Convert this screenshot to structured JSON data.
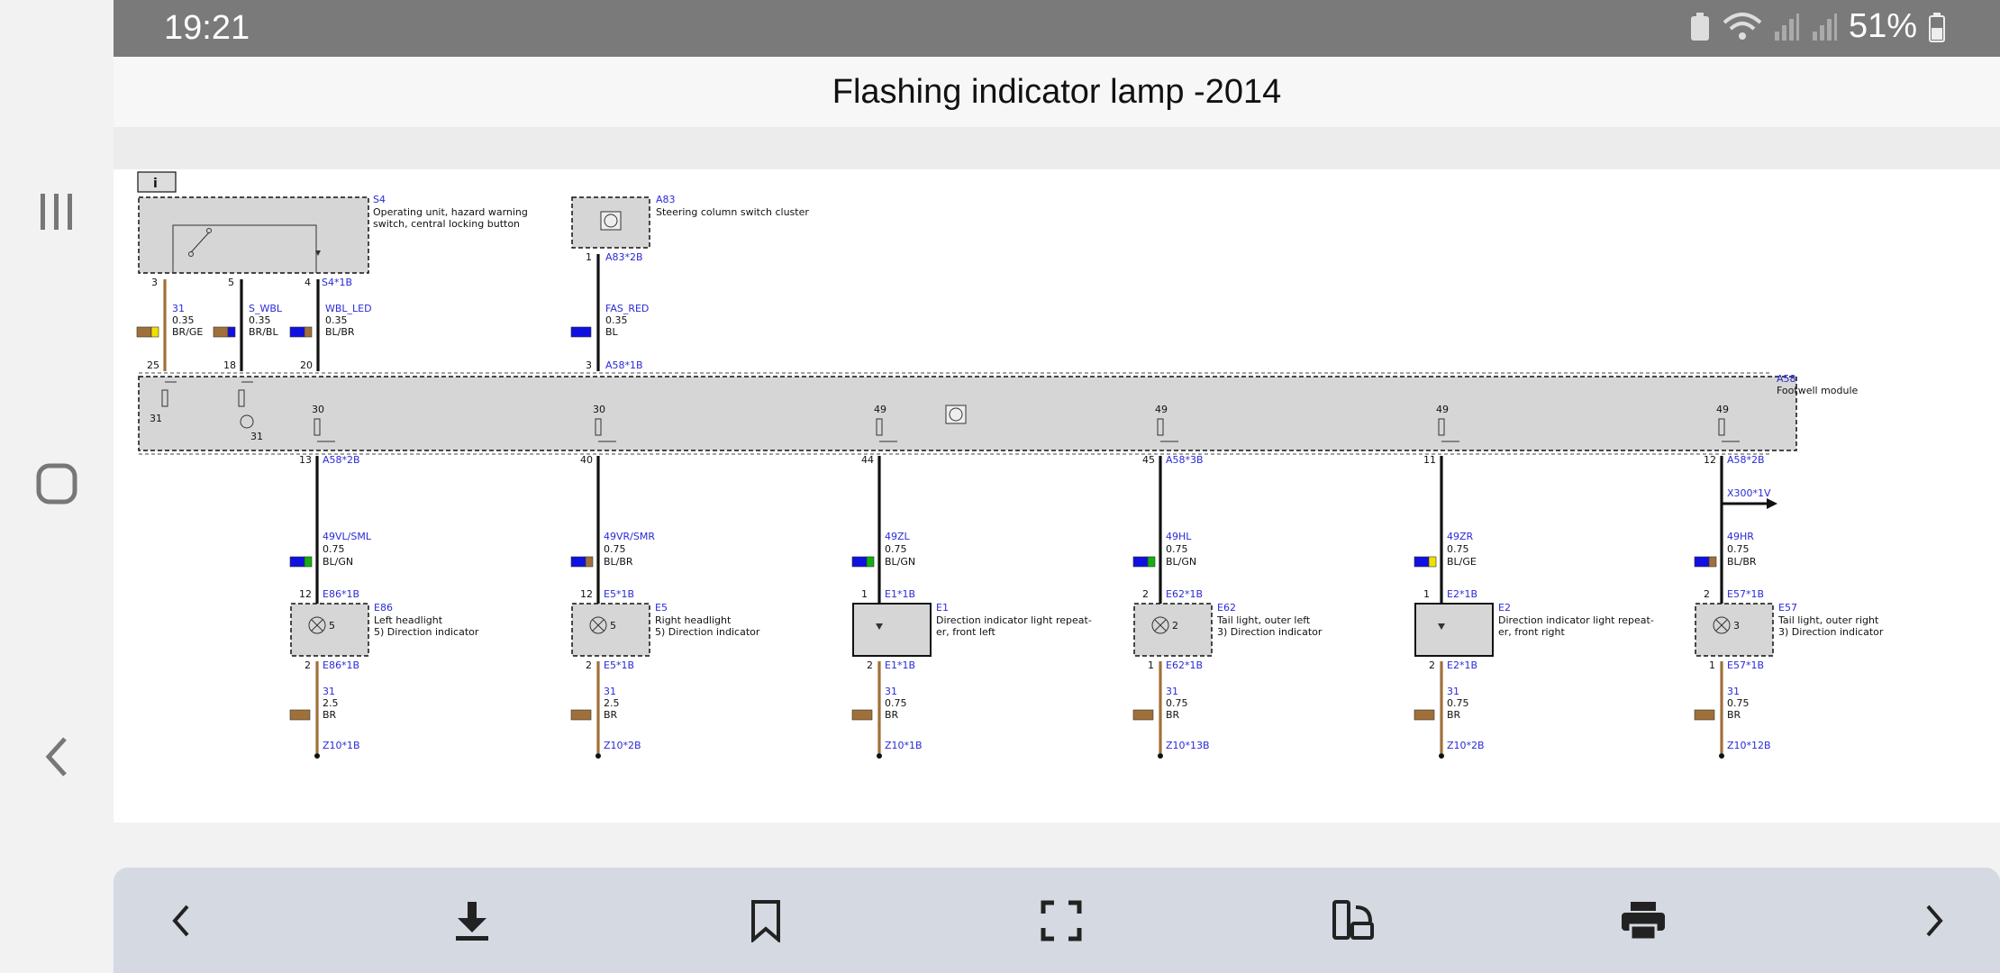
{
  "status": {
    "time": "19:21",
    "battery": "51%"
  },
  "title": "Flashing indicator lamp -2014",
  "info_label": "i",
  "diagram": {
    "s4": {
      "id": "S4",
      "desc1": "Operating unit, hazard warning",
      "desc2": "switch, central locking button",
      "conn": "S4*1B",
      "pins": [
        "3",
        "5",
        "4"
      ],
      "wires": [
        {
          "name": "31",
          "size": "0.35",
          "color": "BR/GE",
          "pin_a58": "25"
        },
        {
          "name": "S_WBL",
          "size": "0.35",
          "color": "BR/BL",
          "pin_a58": "18"
        },
        {
          "name": "WBL_LED",
          "size": "0.35",
          "color": "BL/BR",
          "pin_a58": "20"
        }
      ]
    },
    "a83": {
      "id": "A83",
      "desc": "Steering column switch cluster",
      "pin": "1",
      "conn": "A83*2B",
      "wire": {
        "name": "FAS_RED",
        "size": "0.35",
        "color": "BL"
      },
      "pin_a58": "3",
      "a58_conn": "A58*1B"
    },
    "a58": {
      "id": "A58",
      "desc": "Footwell module",
      "ground_label": "31"
    },
    "outputs": [
      {
        "internal": "30",
        "pin": "13",
        "conn": "A58*2B",
        "wire": "49VL/SML",
        "size": "0.75",
        "color": "BL/GN",
        "dpin": "12",
        "dconn": "E86*1B",
        "did": "E86",
        "d1": "Left headlight",
        "d2": "5)   Direction indicator",
        "dnum": "5",
        "gpin": "2",
        "gconn": "E86*1B",
        "gwire": "31",
        "gsize": "2.5",
        "gcolor": "BR",
        "ground": "Z10*1B"
      },
      {
        "internal": "30",
        "pin": "40",
        "conn": "",
        "wire": "49VR/SMR",
        "size": "0.75",
        "color": "BL/BR",
        "dpin": "12",
        "dconn": "E5*1B",
        "did": "E5",
        "d1": "Right headlight",
        "d2": "5)   Direction indicator",
        "dnum": "5",
        "gpin": "2",
        "gconn": "E5*1B",
        "gwire": "31",
        "gsize": "2.5",
        "gcolor": "BR",
        "ground": "Z10*2B"
      },
      {
        "internal": "49",
        "pin": "44",
        "conn": "",
        "wire": "49ZL",
        "size": "0.75",
        "color": "BL/GN",
        "dpin": "1",
        "dconn": "E1*1B",
        "did": "E1",
        "d1": "Direction indicator light repeat-",
        "d2": "er, front left",
        "dnum": "",
        "gpin": "2",
        "gconn": "E1*1B",
        "gwire": "31",
        "gsize": "0.75",
        "gcolor": "BR",
        "ground": "Z10*1B"
      },
      {
        "internal": "49",
        "pin": "45",
        "conn": "A58*3B",
        "wire": "49HL",
        "size": "0.75",
        "color": "BL/GN",
        "dpin": "2",
        "dconn": "E62*1B",
        "did": "E62",
        "d1": "Tail light, outer left",
        "d2": "3)   Direction indicator",
        "dnum": "2",
        "gpin": "1",
        "gconn": "E62*1B",
        "gwire": "31",
        "gsize": "0.75",
        "gcolor": "BR",
        "ground": "Z10*13B"
      },
      {
        "internal": "49",
        "pin": "11",
        "conn": "",
        "wire": "49ZR",
        "size": "0.75",
        "color": "BL/GE",
        "dpin": "1",
        "dconn": "E2*1B",
        "did": "E2",
        "d1": "Direction indicator light repeat-",
        "d2": "er, front right",
        "dnum": "",
        "gpin": "2",
        "gconn": "E2*1B",
        "gwire": "31",
        "gsize": "0.75",
        "gcolor": "BR",
        "ground": "Z10*2B"
      },
      {
        "internal": "49",
        "pin": "12",
        "conn": "A58*2B",
        "wire": "49HR",
        "size": "0.75",
        "color": "BL/BR",
        "dpin": "2",
        "dconn": "E57*1B",
        "did": "E57",
        "d1": "Tail light, outer right",
        "d2": "3)   Direction indicator",
        "dnum": "3",
        "gpin": "1",
        "gconn": "E57*1B",
        "gwire": "31",
        "gsize": "0.75",
        "gcolor": "BR",
        "ground": "Z10*12B"
      }
    ],
    "branch": "X300*1V"
  },
  "colors": {
    "brown": "#a0703a",
    "blue": "#1010e0",
    "green": "#10b010",
    "yellow": "#f0e000",
    "wire_label": "#2a2ad8",
    "box_fill": "#d6d6d6"
  },
  "toolbar": [
    "back-icon",
    "download-icon",
    "bookmark-icon",
    "fullscreen-icon",
    "rotate-icon",
    "print-icon",
    "forward-icon"
  ]
}
